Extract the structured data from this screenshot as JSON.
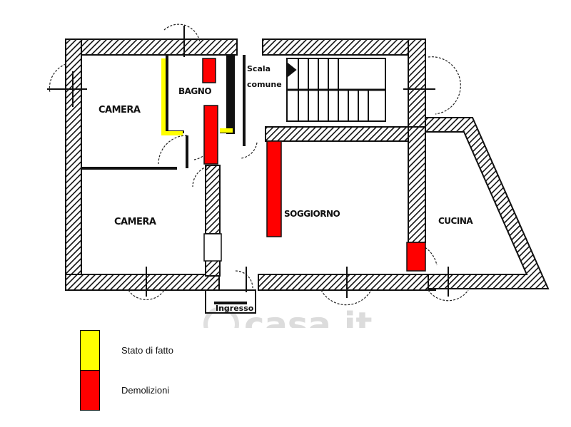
{
  "rooms": {
    "camera_top": "CAMERA",
    "bagno": "BAGNO",
    "scala": "Scala",
    "scala_sub": "comune",
    "camera_bottom": "CAMERA",
    "soggiorno": "SOGGIORNO",
    "cucina": "CUCINA",
    "ingresso": "Ingresso"
  },
  "watermark": "casa.it",
  "legend": {
    "items": [
      {
        "label": "Stato di fatto",
        "color": "#ffff00"
      },
      {
        "label": "Demolizioni",
        "color": "#ff0000"
      }
    ]
  },
  "colors": {
    "wall": "#111111",
    "stato_di_fatto": "#ffff00",
    "demolizioni": "#ff0000"
  }
}
